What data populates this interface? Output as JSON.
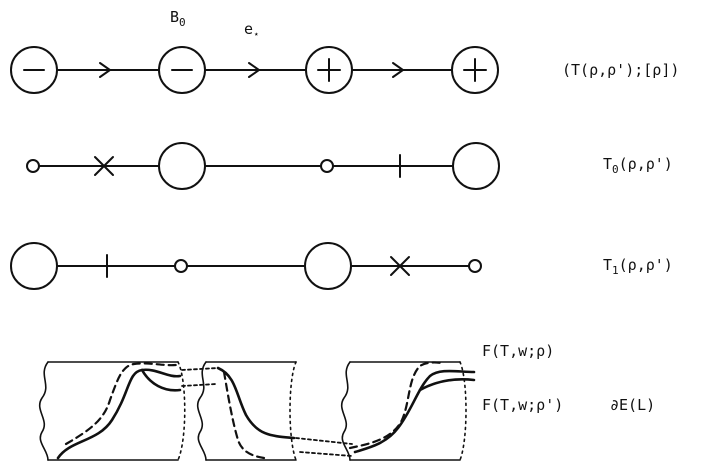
{
  "top_labels": {
    "b": "B",
    "b_sub": "0",
    "e": "e",
    "e_sub": "⋆"
  },
  "row_labels": {
    "r1": "(T(ρ,ρ');[ρ])",
    "r2_main": "T",
    "r2_sub": "0",
    "r2_args": "(ρ,ρ')",
    "r3_main": "T",
    "r3_sub": "1",
    "r3_args": "(ρ,ρ')"
  },
  "bottom_labels": {
    "f1": "F(T,w;ρ)",
    "f2": "F(T,w;ρ')",
    "de": "∂E(L)"
  },
  "row1_signs": [
    "−",
    "−",
    "+",
    "+"
  ],
  "colors": {
    "ink": "#111111",
    "background": "#ffffff"
  }
}
